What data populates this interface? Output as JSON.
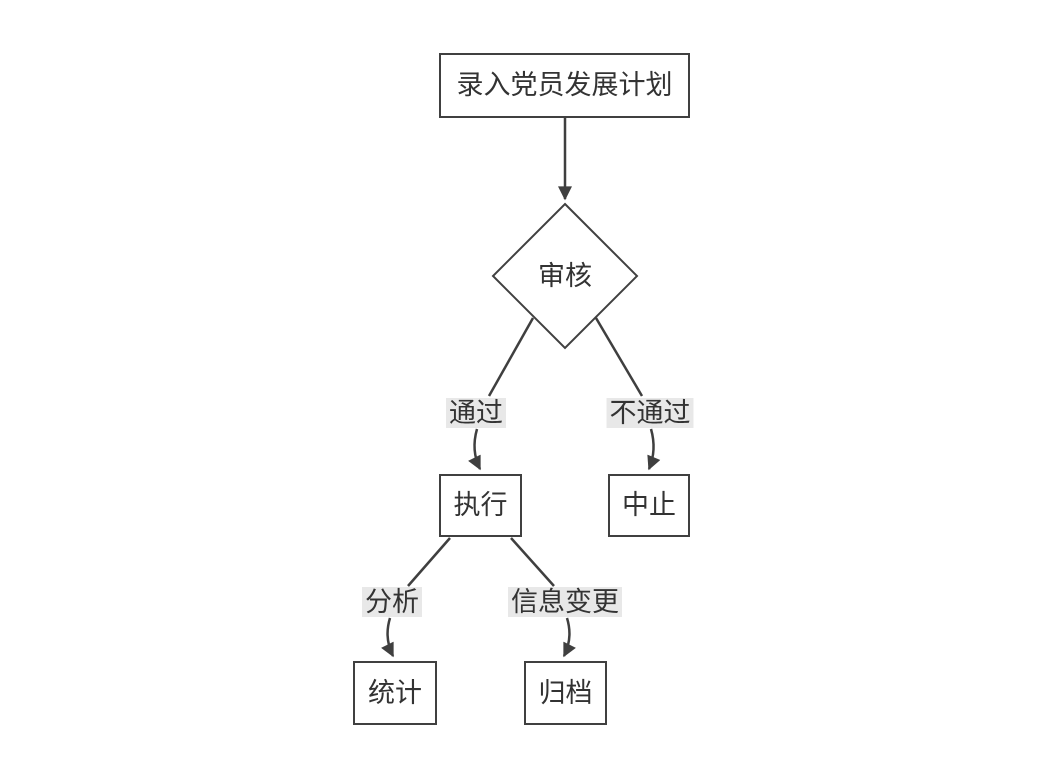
{
  "diagram": {
    "type": "flowchart",
    "direction": "top-down",
    "nodes": {
      "plan": {
        "label": "录入党员发展计划",
        "shape": "rectangle"
      },
      "review": {
        "label": "审核",
        "shape": "diamond"
      },
      "execute": {
        "label": "执行",
        "shape": "rectangle"
      },
      "abort": {
        "label": "中止",
        "shape": "rectangle"
      },
      "stats": {
        "label": "统计",
        "shape": "rectangle"
      },
      "archive": {
        "label": "归档",
        "shape": "rectangle"
      }
    },
    "edges": [
      {
        "from": "plan",
        "to": "review",
        "label": ""
      },
      {
        "from": "review",
        "to": "execute",
        "label": "通过"
      },
      {
        "from": "review",
        "to": "abort",
        "label": "不通过"
      },
      {
        "from": "execute",
        "to": "stats",
        "label": "分析"
      },
      {
        "from": "execute",
        "to": "archive",
        "label": "信息变更"
      }
    ],
    "colors": {
      "background": "#ffffff",
      "node_fill": "#ffffff",
      "node_border": "#404040",
      "edge_stroke": "#3f3f3f",
      "text": "#333333",
      "edge_label_bg": "#e8e8e8"
    }
  }
}
